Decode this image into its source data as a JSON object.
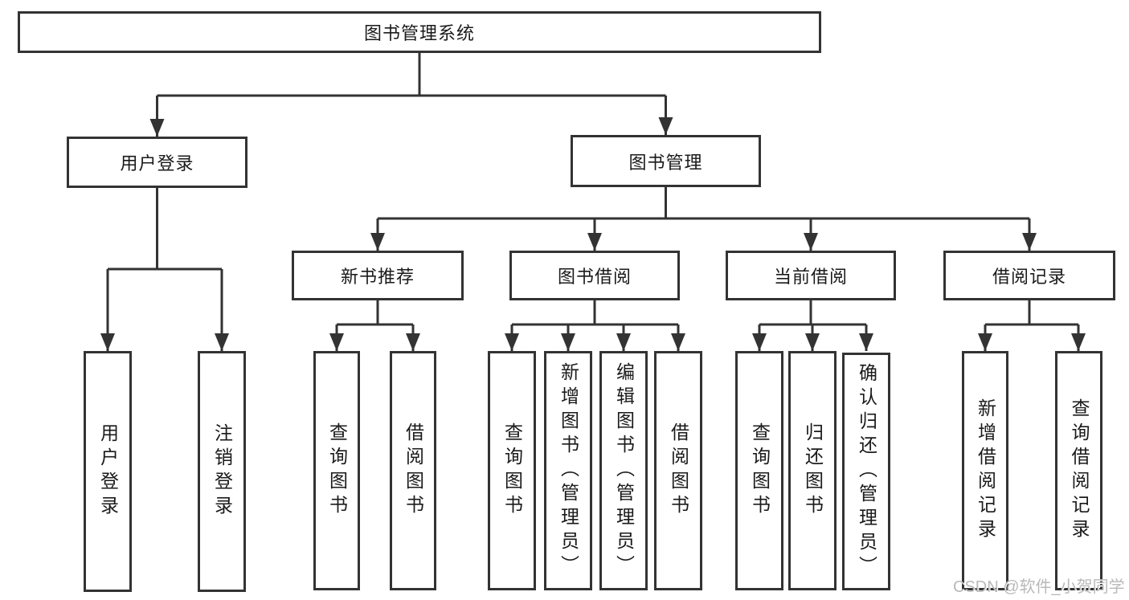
{
  "diagram": {
    "title": "图书管理系统",
    "branches": [
      {
        "label": "用户登录",
        "children": [
          {
            "label": "用户登录"
          },
          {
            "label": "注销登录"
          }
        ]
      },
      {
        "label": "图书管理",
        "children": [
          {
            "label": "新书推荐",
            "children": [
              {
                "label": "查询图书"
              },
              {
                "label": "借阅图书"
              }
            ]
          },
          {
            "label": "图书借阅",
            "children": [
              {
                "label": "查询图书"
              },
              {
                "label": "新增图书（管理员）"
              },
              {
                "label": "编辑图书（管理员）"
              },
              {
                "label": "借阅图书"
              }
            ]
          },
          {
            "label": "当前借阅",
            "children": [
              {
                "label": "查询图书"
              },
              {
                "label": "归还图书"
              },
              {
                "label": "确认归还（管理员）"
              }
            ]
          },
          {
            "label": "借阅记录",
            "children": [
              {
                "label": "新增借阅记录"
              },
              {
                "label": "查询借阅记录"
              }
            ]
          }
        ]
      }
    ]
  },
  "watermark": {
    "text": "CSDN @软件_小贺同学"
  },
  "colors": {
    "line": "#333333",
    "text": "#1a1a1a",
    "box-bg": "#ffffff",
    "watermark": "#b9b9b9"
  }
}
